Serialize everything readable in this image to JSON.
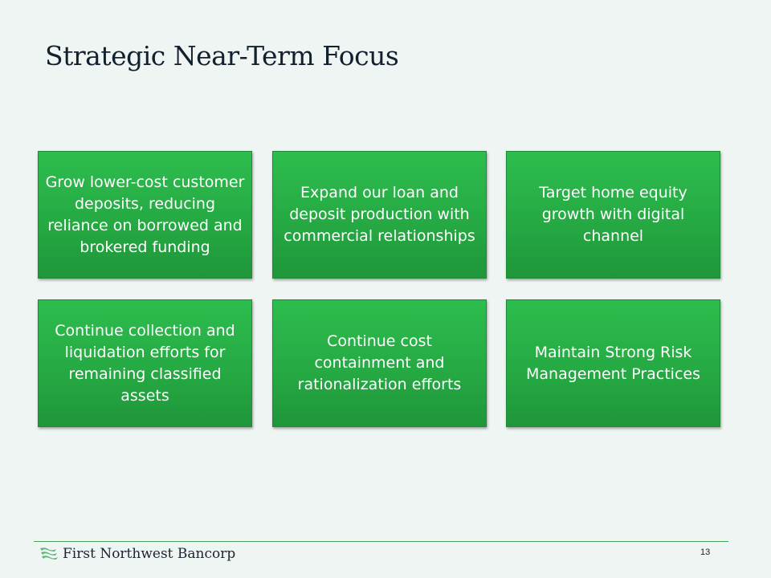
{
  "slide": {
    "title": "Strategic Near-Term Focus",
    "page_number": "13"
  },
  "boxes": [
    {
      "text": "Grow lower-cost customer deposits, reducing reliance on borrowed and brokered funding"
    },
    {
      "text": "Expand our loan and deposit production with commercial relationships"
    },
    {
      "text": "Target home equity growth with digital channel"
    },
    {
      "text": "Continue collection and liquidation efforts for remaining classified assets"
    },
    {
      "text": "Continue cost containment and rationalization efforts"
    },
    {
      "text": "Maintain Strong Risk Management Practices"
    }
  ],
  "footer": {
    "logo_text": "First Northwest Bancorp",
    "logo_icon": "waves-flag-icon"
  },
  "colors": {
    "box_green": "#25a842",
    "background": "#eff5f3",
    "rule": "#4aa35a",
    "title": "#13202e"
  }
}
